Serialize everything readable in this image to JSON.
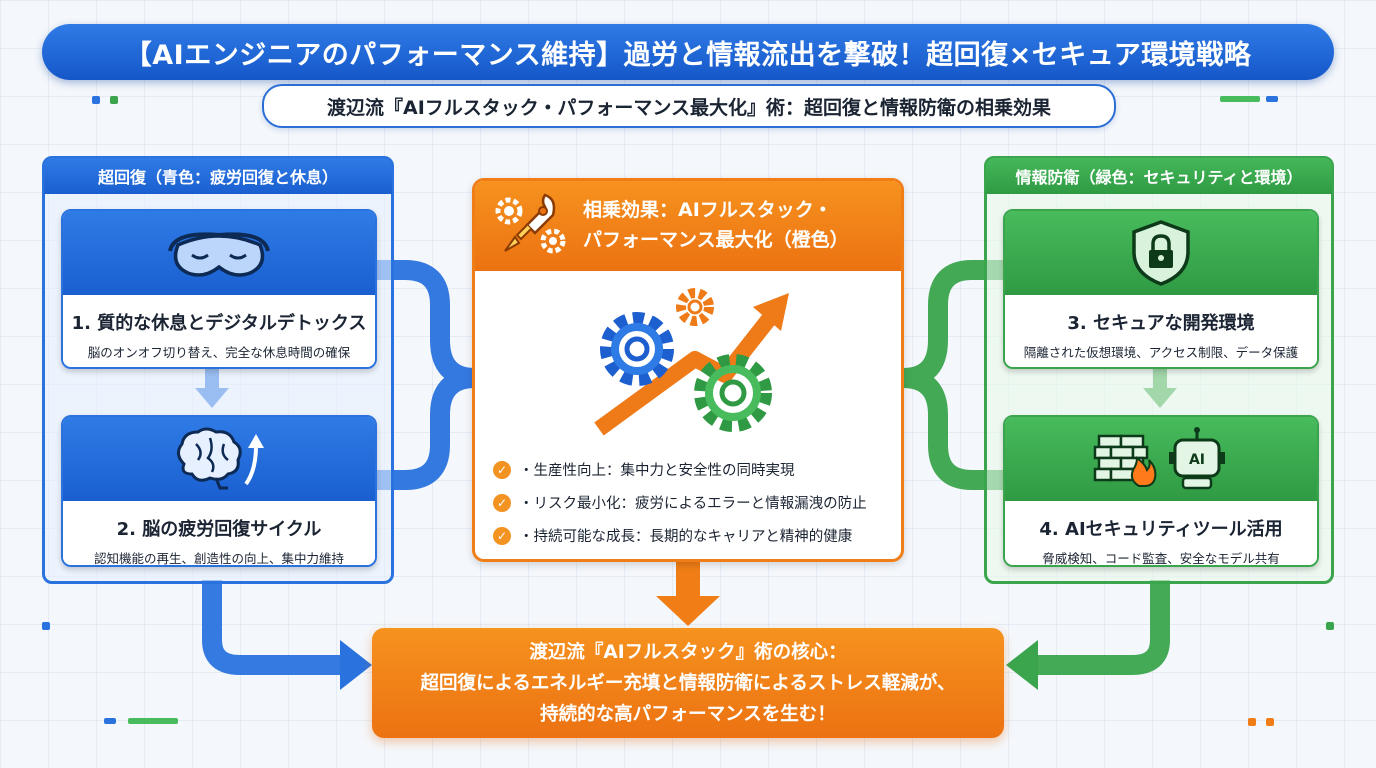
{
  "title": "【AIエンジニアのパフォーマンス維持】過労と情報流出を撃破！超回復×セキュア環境戦略",
  "subtitle": "渡辺流『AIフルスタック・パフォーマンス最大化』術：超回復と情報防衛の相乗効果",
  "left_panel": {
    "header": "超回復（青色：疲労回復と休息）",
    "cards": [
      {
        "title": "1. 質的な休息とデジタルデトックス",
        "desc": "脳のオンオフ切り替え、完全な休息時間の確保",
        "icon": "sleep-mask-icon"
      },
      {
        "title": "2. 脳の疲労回復サイクル",
        "desc": "認知機能の再生、創造性の向上、集中力維持",
        "icon": "brain-recovery-icon"
      }
    ]
  },
  "right_panel": {
    "header": "情報防衛（緑色：セキュリティと環境）",
    "cards": [
      {
        "title": "3. セキュアな開発環境",
        "desc": "隔離された仮想環境、アクセス制限、データ保護",
        "icon": "shield-lock-icon"
      },
      {
        "title": "4. AIセキュリティツール活用",
        "desc": "脅威検知、コード監査、安全なモデル共有",
        "icon": "firewall-ai-robot-icon",
        "robot_label": "AI"
      }
    ]
  },
  "center_panel": {
    "title_line1": "相乗効果：AIフルスタック・",
    "title_line2": "パフォーマンス最大化（橙色）",
    "icon": "rocket-gears-icon",
    "illustration": "gears-arrow-icon",
    "bullets": [
      "・生産性向上：集中力と安全性の同時実現",
      "・リスク最小化：疲労によるエラーと情報漏洩の防止",
      "・持続可能な成長：長期的なキャリアと精神的健康"
    ]
  },
  "core": {
    "line1": "渡辺流『AIフルスタック』術の核心：",
    "line2": "超回復によるエネルギー充填と情報防衛によるストレス軽減が、",
    "line3": "持続的な高パフォーマンスを生む！"
  },
  "colors": {
    "blue": "#2a73df",
    "green": "#3aa54d",
    "orange": "#f07d16"
  }
}
